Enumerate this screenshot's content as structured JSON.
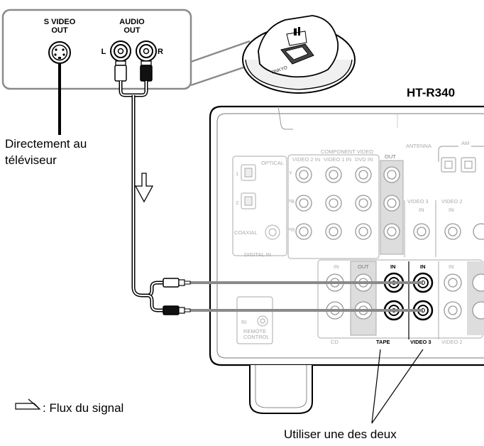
{
  "title": "HT-R340",
  "player": {
    "svideo_label": [
      "S VIDEO",
      "OUT"
    ],
    "audio_label": [
      "AUDIO",
      "OUT"
    ],
    "left": "L",
    "right": "R"
  },
  "tv_note": [
    "Directement au",
    "téléviseur"
  ],
  "legend": ": Flux du signal",
  "footnote": "Utiliser une des deux",
  "receiver": {
    "antenna": "ANTENNA",
    "am": "AM",
    "component_video": "COMPONENT VIDEO",
    "video2_in": "VIDEO 2 IN",
    "video1_in": "VIDEO 1 IN",
    "dvd_in": "DVD IN",
    "out": "OUT",
    "y": "Y",
    "pb": "PB",
    "pr": "PR",
    "optical": "OPTICAL",
    "coaxial": "COAXIAL",
    "digital_in": "DIGITAL IN",
    "opt1": "1",
    "opt2": "2",
    "video3": "VIDEO 3",
    "video2": "VIDEO 2",
    "in": "IN",
    "cd": "CD",
    "tape": "TAPE",
    "ri": "RI",
    "remote_control": [
      "REMOTE",
      "CONTROL"
    ],
    "dock_brand": "ONKYO"
  }
}
